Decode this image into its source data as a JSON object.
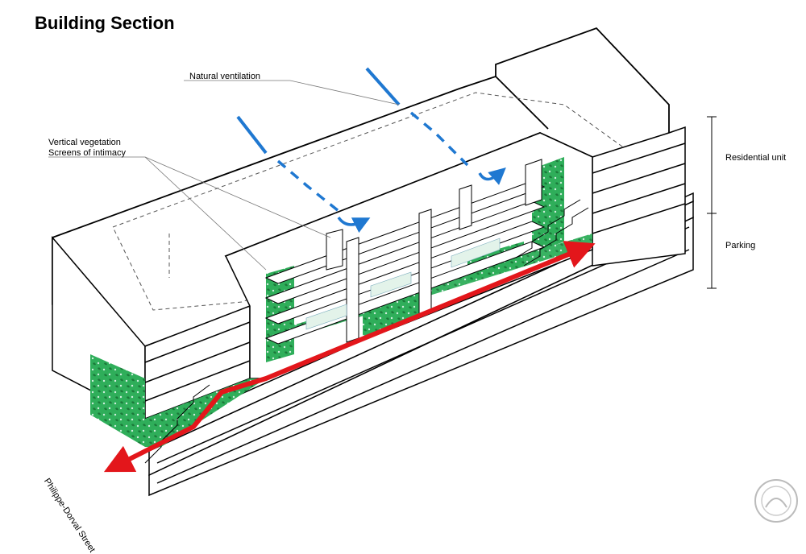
{
  "title": "Building Section",
  "labels": {
    "natural_ventilation": "Natural ventilation",
    "vertical_vegetation": "Vertical vegetation",
    "screens_of_intimacy": "Screens of intimacy",
    "residential_unit": "Residential unit",
    "parking": "Parking",
    "street": "Philippe-Dorval Street"
  },
  "colors": {
    "vegetation": "#2fae5a",
    "path_arrow": "#e3161b",
    "ventilation": "#1f78d1",
    "outline": "#000000"
  },
  "icons": {
    "watermark": "gooood-watermark-icon"
  }
}
